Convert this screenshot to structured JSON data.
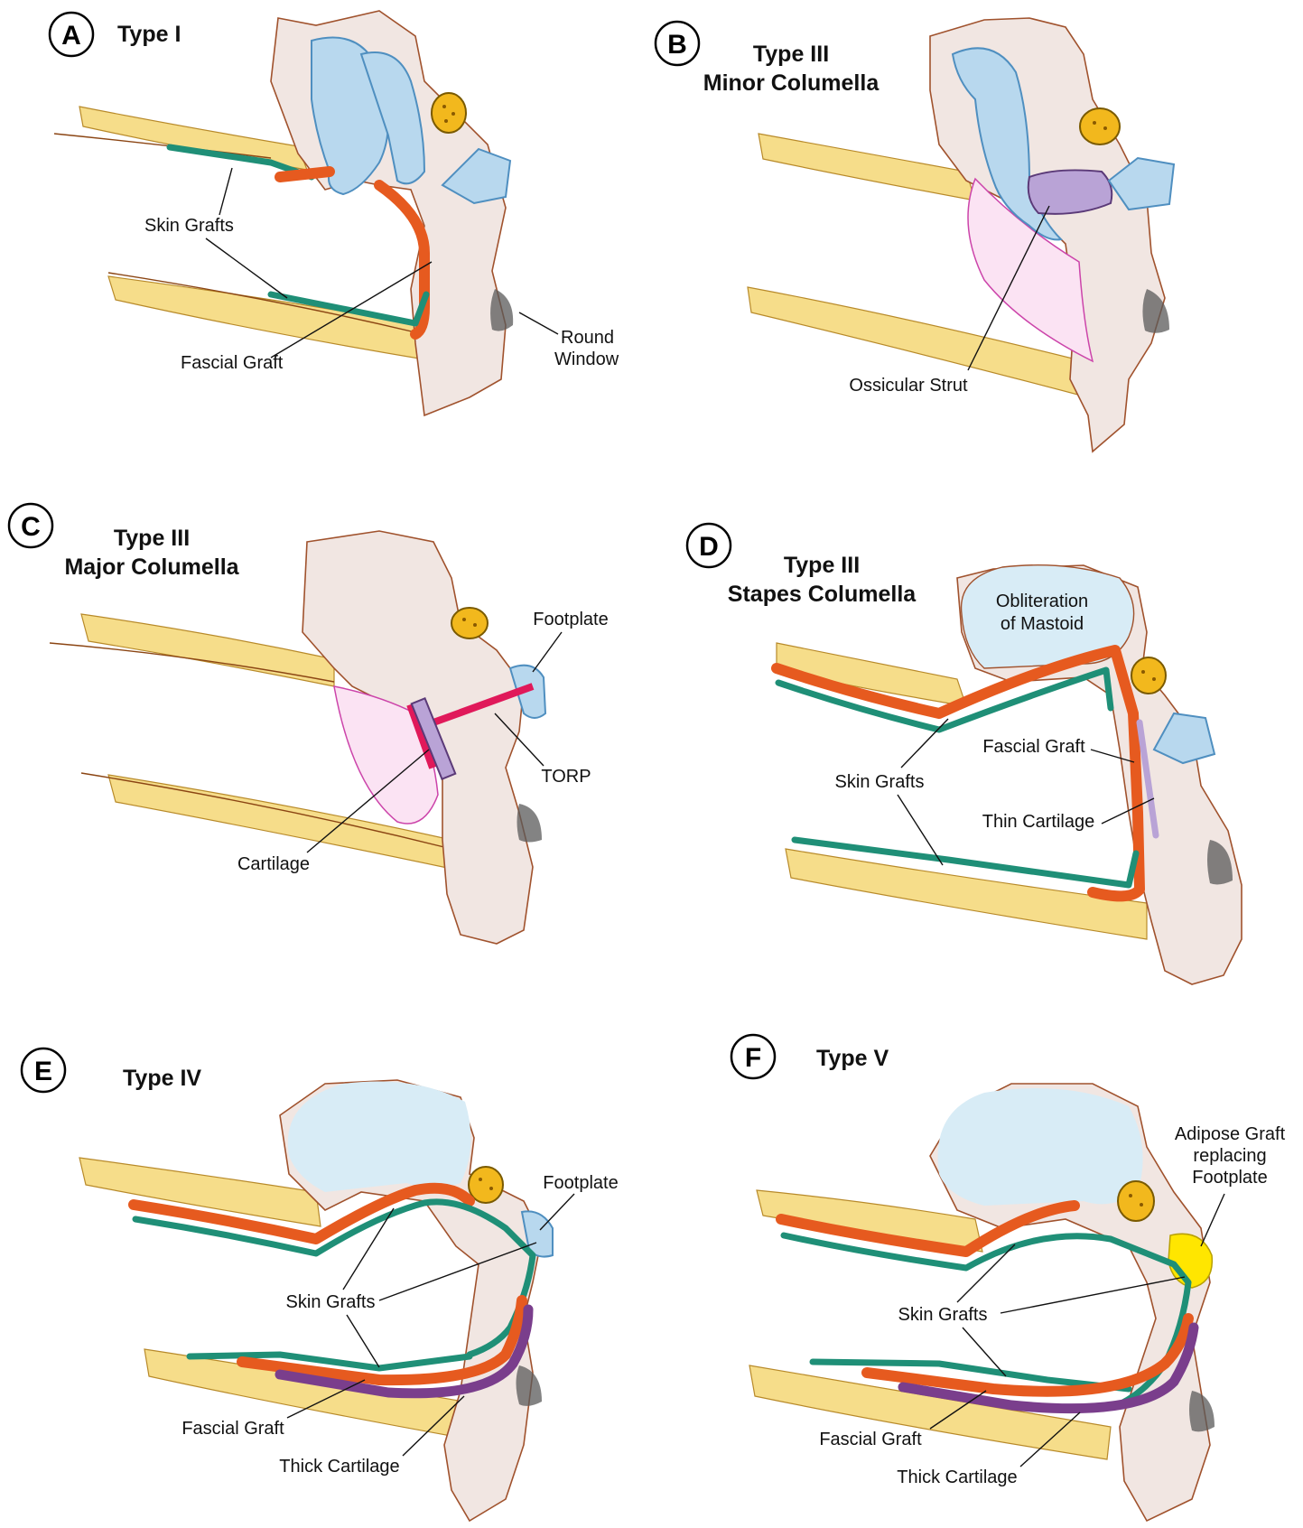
{
  "panels": [
    {
      "letter": "A",
      "title_lines": [
        "Type I"
      ],
      "labels": [
        "Skin Grafts",
        "Fascial Graft",
        "Round",
        "Window"
      ]
    },
    {
      "letter": "B",
      "title_lines": [
        "Type III",
        "Minor Columella"
      ],
      "labels": [
        "Ossicular Strut"
      ]
    },
    {
      "letter": "C",
      "title_lines": [
        "Type III",
        "Major Columella"
      ],
      "labels": [
        "Footplate",
        "TORP",
        "Cartilage"
      ]
    },
    {
      "letter": "D",
      "title_lines": [
        "Type III",
        "Stapes Columella"
      ],
      "labels": [
        "Obliteration",
        "of Mastoid",
        "Fascial Graft",
        "Skin Grafts",
        "Thin Cartilage"
      ]
    },
    {
      "letter": "E",
      "title_lines": [
        "Type IV"
      ],
      "labels": [
        "Footplate",
        "Skin Grafts",
        "Fascial Graft",
        "Thick Cartilage"
      ]
    },
    {
      "letter": "F",
      "title_lines": [
        "Type V"
      ],
      "labels": [
        "Adipose Graft",
        "replacing",
        "Footplate",
        "Skin Grafts",
        "Fascial Graft",
        "Thick Cartilage"
      ]
    }
  ],
  "colors": {
    "bone": "#f1e6e2",
    "ear_canal": "#f6dd8a",
    "skin_graft": "#1f8f77",
    "fascial_graft": "#e65a1f",
    "cartilage": "#7a3e8c",
    "ossicles": "#b8d8ee",
    "facial_nerve": "#f2b81d",
    "torp": "#e0195a",
    "adipose_graft": "#ffe600"
  }
}
